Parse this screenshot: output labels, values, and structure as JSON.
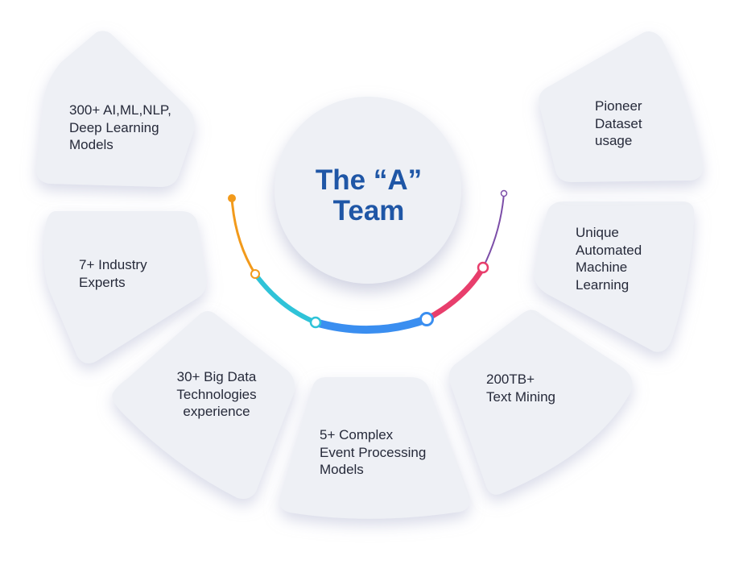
{
  "center": {
    "title": "The “A”\nTeam"
  },
  "segments": [
    {
      "id": "left-1",
      "text": "300+ AI,ML,NLP,\nDeep Learning\nModels"
    },
    {
      "id": "left-2",
      "text": "7+ Industry\nExperts"
    },
    {
      "id": "left-3",
      "text": "30+ Big Data\nTechnologies\nexperience"
    },
    {
      "id": "bottom",
      "text": "5+ Complex\nEvent Processing\nModels"
    },
    {
      "id": "right-3",
      "text": "200TB+\nText Mining"
    },
    {
      "id": "right-2",
      "text": "Unique\nAutomated\nMachine\nLearning"
    },
    {
      "id": "right-1",
      "text": "Pioneer\nDataset\nusage"
    }
  ],
  "colors": {
    "segment_fill": "#eef0f5",
    "segment_shadow": "#c9cce0",
    "title": "#1f56a6",
    "arc_orange": "#f29a1b",
    "arc_cyan": "#2fc3d8",
    "arc_blue": "#3a8ef0",
    "arc_pink": "#e83e6c",
    "arc_purple": "#7c4ea8"
  }
}
